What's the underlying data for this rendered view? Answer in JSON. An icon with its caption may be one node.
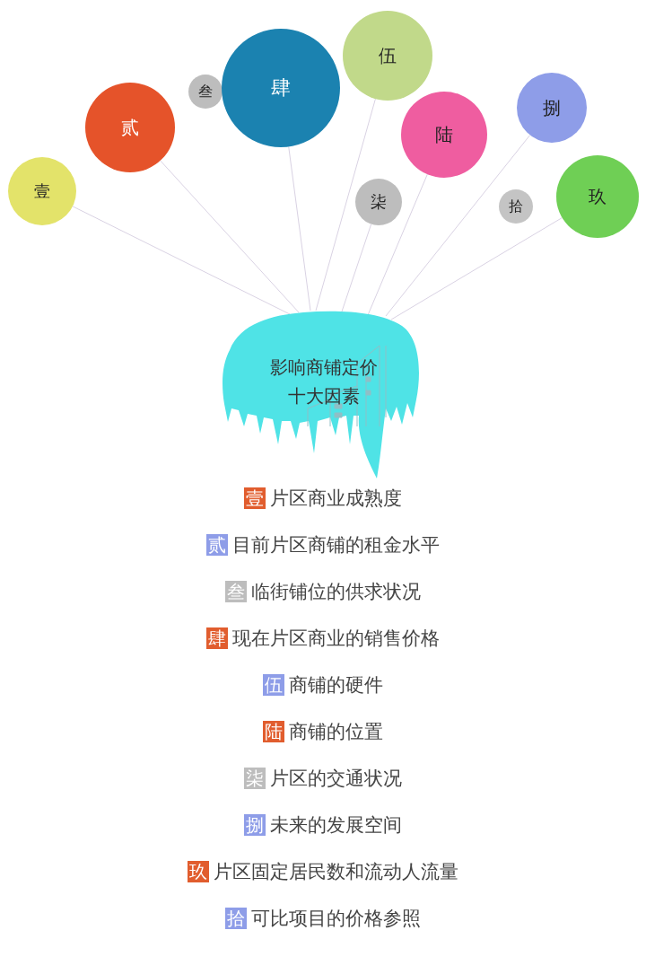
{
  "diagram": {
    "nodes": [
      {
        "text": [
          "壹"
        ]
      },
      {
        "text": [
          "贰"
        ]
      },
      {
        "text": [
          "叁"
        ]
      },
      {
        "text": [
          "肆"
        ]
      },
      {
        "text": [
          "伍"
        ]
      },
      {
        "text": [
          "陆"
        ]
      },
      {
        "text": [
          "柒"
        ]
      },
      {
        "text": [
          "捌"
        ]
      },
      {
        "text": [
          "玖"
        ]
      },
      {
        "text": [
          "拾"
        ]
      },
      {
        "text": [
          "影响商铺定价十大因素"
        ]
      },
      {
        "text": [
          "壹"
        ],
        "beside": [
          "片区商业成熟度"
        ]
      },
      {
        "text": [
          "贰"
        ],
        "beside": [
          "目前片区商铺的租金水平"
        ]
      },
      {
        "text": [
          "叁"
        ],
        "beside": [
          "临街铺位的供求状况"
        ]
      },
      {
        "text": [
          "肆"
        ],
        "beside": [
          "现在片区商业的销售价格"
        ]
      },
      {
        "text": [
          "伍"
        ],
        "beside": [
          "商铺的硬件"
        ]
      },
      {
        "text": [
          "陆"
        ],
        "beside": [
          "商铺的位置"
        ]
      },
      {
        "text": [
          "柒"
        ],
        "beside": [
          "片区的交通状况"
        ]
      },
      {
        "text": [
          "捌"
        ],
        "beside": [
          "未来的发展空间"
        ]
      },
      {
        "text": [
          "玖"
        ],
        "beside": [
          "片区固定居民数和流动人流量"
        ]
      },
      {
        "text": [
          "拾"
        ],
        "beside": [
          "可比项目的价格参照"
        ]
      }
    ],
    "edges": [
      {
        "from": 0,
        "to": 10,
        "arrow": "none"
      },
      {
        "from": 1,
        "to": 10,
        "arrow": "none"
      },
      {
        "from": 3,
        "to": 10,
        "arrow": "none"
      },
      {
        "from": 4,
        "to": 10,
        "arrow": "none"
      },
      {
        "from": 6,
        "to": 10,
        "arrow": "none"
      },
      {
        "from": 5,
        "to": 10,
        "arrow": "none"
      },
      {
        "from": 7,
        "to": 10,
        "arrow": "none"
      },
      {
        "from": 8,
        "to": 10,
        "arrow": "none"
      }
    ]
  }
}
